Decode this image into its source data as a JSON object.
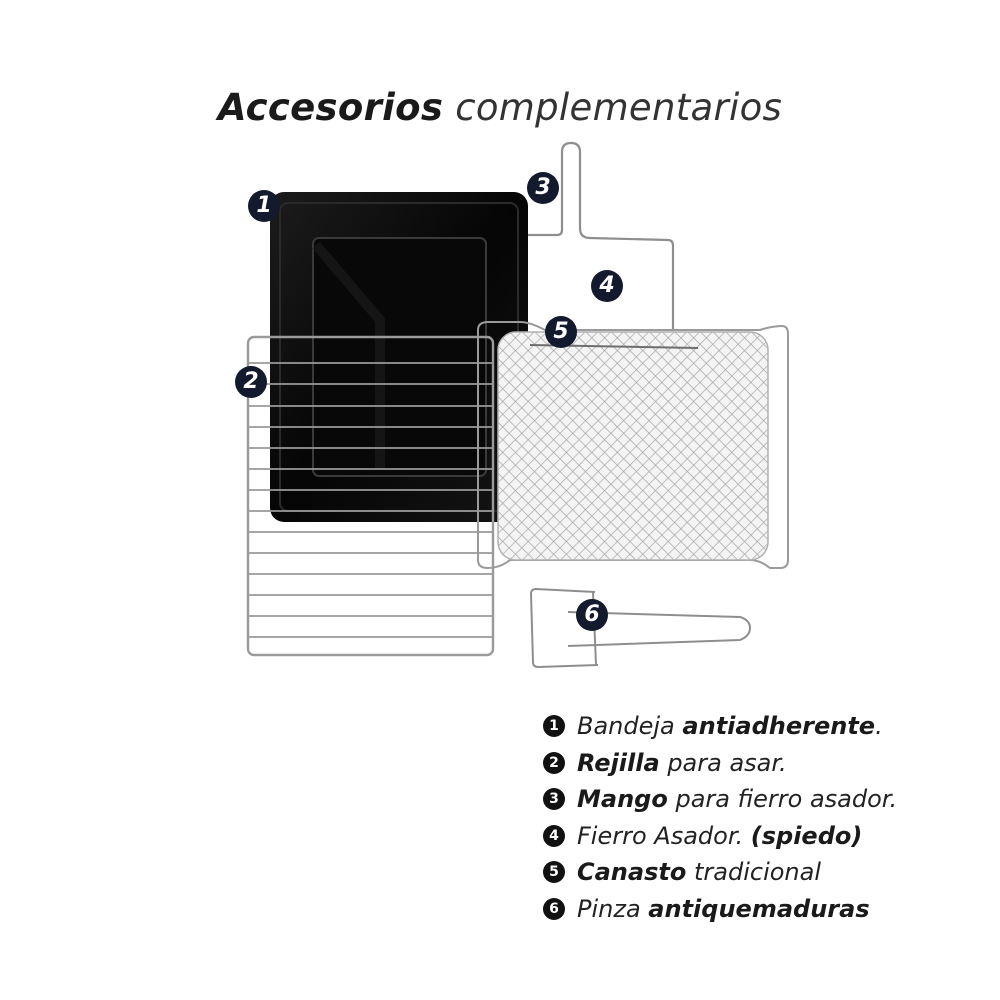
{
  "title": {
    "bold": "Accesorios",
    "light": "complementarios"
  },
  "colors": {
    "badge": "#131a2e",
    "tray": "#0d0d0d",
    "wire": "#9a9a9a",
    "text": "#1a1a1a"
  },
  "callouts": [
    {
      "num": "1",
      "item": "tray"
    },
    {
      "num": "2",
      "item": "grill-rack"
    },
    {
      "num": "3",
      "item": "rotisserie-handle"
    },
    {
      "num": "4",
      "item": "rotisserie-spit"
    },
    {
      "num": "5",
      "item": "mesh-basket"
    },
    {
      "num": "6",
      "item": "tongs"
    }
  ],
  "legend": [
    {
      "num": "1",
      "parts": [
        {
          "t": "Bandeja ",
          "s": "n"
        },
        {
          "t": "antiadherente",
          "s": "b"
        },
        {
          "t": ".",
          "s": "n"
        }
      ]
    },
    {
      "num": "2",
      "parts": [
        {
          "t": "Rejilla",
          "s": "b"
        },
        {
          "t": " para asar.",
          "s": "n"
        }
      ]
    },
    {
      "num": "3",
      "parts": [
        {
          "t": "Mango",
          "s": "b"
        },
        {
          "t": " para fierro asador.",
          "s": "n"
        }
      ]
    },
    {
      "num": "4",
      "parts": [
        {
          "t": "Fierro Asador. ",
          "s": "n"
        },
        {
          "t": "(spiedo)",
          "s": "b"
        }
      ]
    },
    {
      "num": "5",
      "parts": [
        {
          "t": "Canasto",
          "s": "b"
        },
        {
          "t": " tradicional",
          "s": "n"
        }
      ]
    },
    {
      "num": "6",
      "parts": [
        {
          "t": "Pinza ",
          "s": "n"
        },
        {
          "t": "antiquemaduras",
          "s": "b"
        }
      ]
    }
  ]
}
